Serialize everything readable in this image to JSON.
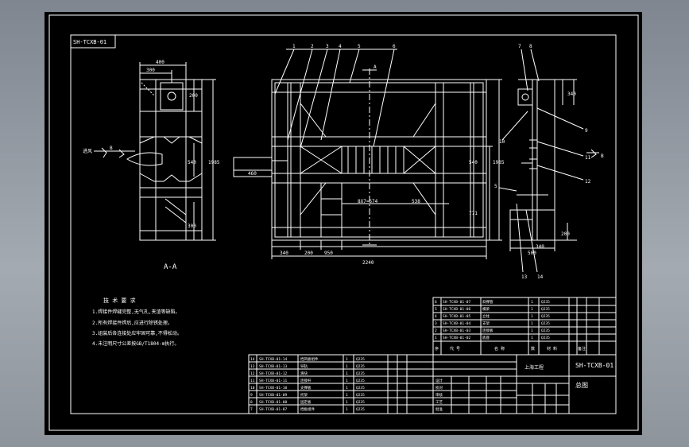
{
  "drawing": {
    "code_box": "SH-TCXB-01",
    "title_code": "SH-TCXB-01",
    "title_name": "总图",
    "section_label": "A-A",
    "arrow_a": "A",
    "arrow_b": "B",
    "arrow_b2": "B",
    "inlet_label": "进风",
    "side_labels": [
      "7",
      "8",
      "9",
      "10",
      "11",
      "12",
      "5",
      "13",
      "14"
    ],
    "callouts_front": [
      "1",
      "2",
      "3",
      "4",
      "5",
      "6"
    ],
    "dims_side": {
      "d400": "400",
      "d300": "300",
      "d200a": "200",
      "d540": "540",
      "d1985": "1985",
      "d300b": "300"
    },
    "dims_front": {
      "d460": "460",
      "d340": "340",
      "d200": "200",
      "d950": "950",
      "d2240": "2240",
      "d540": "540",
      "d1985": "1985",
      "d771": "771",
      "d8x574": "8X7=574",
      "d538": "538"
    },
    "dims_right": {
      "d340": "340",
      "d500": "500",
      "d340b": "340",
      "d200": "200"
    },
    "notes_title": "技 术 要 求",
    "notes": [
      "1.焊接件焊缝完整,无气孔,夹渣等缺陷。",
      "2.所有焊接件焊后,应进行除锈处理。",
      "3.组装后各连接处应牢固可靠,不得松动。",
      "4.未注明尺寸公差按GB/T1804-m执行。"
    ],
    "bom_upper": [
      [
        "6",
        "SH-TCXB-01-07",
        "斜撑管",
        "1",
        "Q235"
      ],
      [
        "5",
        "SH-TCXB-01-06",
        "横梁",
        "1",
        "Q235"
      ],
      [
        "4",
        "SH-TCXB-01-05",
        "立柱",
        "1",
        "Q235"
      ],
      [
        "3",
        "SH-TCXB-01-04",
        "支架",
        "1",
        "Q235"
      ],
      [
        "2",
        "SH-TCXB-01-03",
        "连接板",
        "1",
        "Q235"
      ],
      [
        "1",
        "SH-TCXB-01-02",
        "底座",
        "1",
        "Q235"
      ]
    ],
    "bom_upper_header": [
      "序",
      "代 号",
      "名 称",
      "数",
      "材 料",
      "备注"
    ],
    "bom_lower": [
      [
        "14",
        "SH-TCXB-01-14",
        "挡风板组件",
        "1",
        "Q235"
      ],
      [
        "13",
        "SH-TCXB-01-13",
        "导轨",
        "1",
        "Q235"
      ],
      [
        "12",
        "SH-TCXB-01-12",
        "滑块",
        "1",
        "Q235"
      ],
      [
        "11",
        "SH-TCXB-01-11",
        "连接杆",
        "1",
        "Q235"
      ],
      [
        "10",
        "SH-TCXB-01-10",
        "支撑板",
        "1",
        "Q235"
      ],
      [
        "9",
        "SH-TCXB-01-09",
        "托架",
        "1",
        "Q235"
      ],
      [
        "8",
        "SH-TCXB-01-08",
        "固定板",
        "1",
        "Q235"
      ],
      [
        "7",
        "SH-TCXB-01-07",
        "挡板组件",
        "1",
        "Q235"
      ]
    ],
    "title_block_left": "上海工程",
    "title_block_rows": [
      "设计",
      "校对",
      "审核",
      "工艺",
      "批准"
    ]
  }
}
